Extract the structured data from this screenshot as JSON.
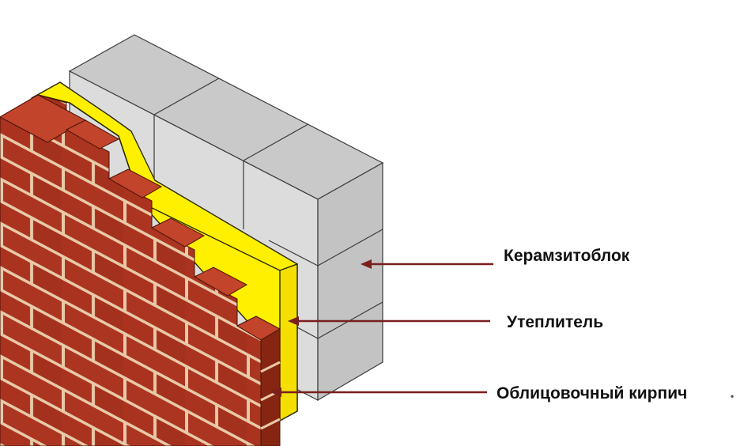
{
  "labels": {
    "block": "Керамзитоблок",
    "insulation": "Утеплитель",
    "brick": "Облицовочный кирпич"
  },
  "colors": {
    "block_front": "#dcdcdc",
    "block_top": "#c9c9c9",
    "block_side": "#c3c3c3",
    "block_edge": "#3a3a3a",
    "insulation": "#fff000",
    "insulation_edge": "#2a2a00",
    "brick_face": "#a8321e",
    "brick_top": "#c2442a",
    "brick_side": "#862512",
    "mortar": "#e8c9a8",
    "arrow": "#7a1e1e"
  }
}
